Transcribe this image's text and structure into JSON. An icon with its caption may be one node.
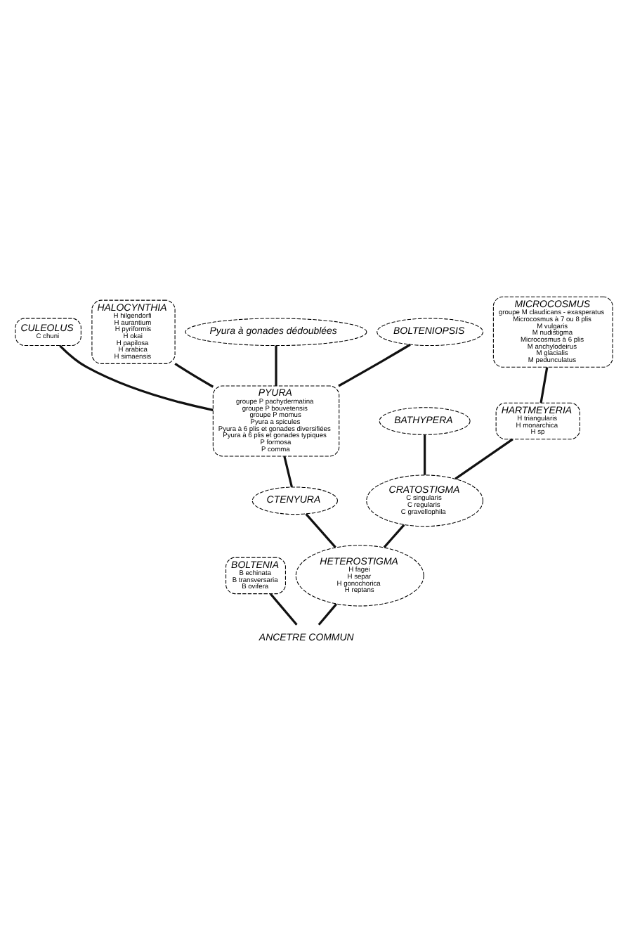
{
  "diagram": {
    "nodes": [
      {
        "text": [
          "CULEOLUS",
          "C chuni"
        ]
      },
      {
        "text": [
          "HALOCYNTHIA",
          "H hilgendorfi",
          "H aurantium",
          "H pyriformis",
          "H okai",
          "H papilosa",
          "H arabica",
          "H simaensis"
        ]
      },
      {
        "text": [
          "PYURA",
          "groupe P pachydermatina",
          "groupe P bouvetensis",
          "groupe P momus",
          "Pyura a spicules",
          "Pyura à 6 plis et gonades diversifiées",
          "Pyura à 6 plis et gonades typiques",
          "P formosa",
          "P comma"
        ]
      },
      {
        "text": [
          "MICROCOSMUS",
          "groupe M claudicans - exasperatus",
          "Microcosmus à 7 ou 8 plis",
          "M vulgaris",
          "M nudistigma",
          "Microcosmus à 6 plis",
          "M anchylodeirus",
          "M glacialis",
          "M pedunculatus"
        ]
      },
      {
        "text": [
          "Pyura à gonades dédoublées"
        ]
      },
      {
        "text": [
          "BATHYPERA"
        ]
      },
      {
        "text": [
          "BOLTENIA",
          "B echinata",
          "B transversaria",
          "B ovifera"
        ]
      },
      {
        "text": [
          "CTENYURA"
        ]
      },
      {
        "text": [
          "HARTMEYERIA",
          "H triangularis",
          "H monarchica",
          "H sp"
        ]
      },
      {
        "text": [
          "BOLTENIOPSIS"
        ]
      },
      {
        "text": [
          "CRATOSTIGMA",
          "C singularis",
          "C regularis",
          "C gravellophila"
        ]
      },
      {
        "text": [
          "HETEROSTIGMA",
          "H fagei",
          "H separ",
          "H gonochorica",
          "H reptans"
        ]
      },
      {
        "text": [
          "ANCETRE COMMUN"
        ]
      }
    ],
    "edges": [
      {
        "from": 12,
        "to": 11,
        "arrow": "none"
      },
      {
        "from": 12,
        "to": 6,
        "arrow": "none"
      },
      {
        "from": 11,
        "to": 10,
        "arrow": "none"
      },
      {
        "from": 10,
        "to": 8,
        "arrow": "none"
      },
      {
        "from": 8,
        "to": 3,
        "arrow": "none"
      },
      {
        "from": 10,
        "to": 5,
        "arrow": "none"
      },
      {
        "from": 11,
        "to": 7,
        "arrow": "none"
      },
      {
        "from": 7,
        "to": 2,
        "arrow": "none"
      },
      {
        "from": 2,
        "to": 9,
        "arrow": "none"
      },
      {
        "from": 2,
        "to": 4,
        "arrow": "none"
      },
      {
        "from": 2,
        "to": 1,
        "arrow": "none"
      },
      {
        "from": 2,
        "to": 0,
        "arrow": "none"
      }
    ]
  }
}
